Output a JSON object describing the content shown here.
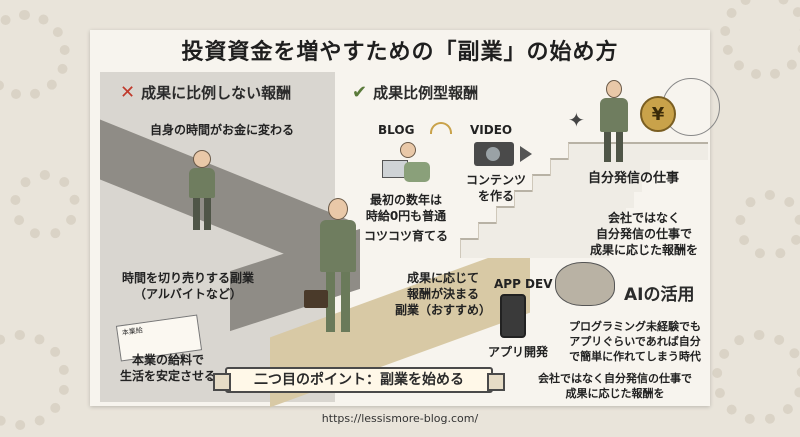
{
  "title": "投資資金を増やすための「副業」の始め方",
  "left": {
    "heading": "成果に比例しない報酬",
    "x_icon": "cross-icon",
    "caption_top": "自身の時間がお金に変わる",
    "caption_mid": "時間を切り売りする副業",
    "caption_mid2": "（アルバイトなど）",
    "paystub_title": "本業給",
    "caption_bottom1": "本業の給料で",
    "caption_bottom2": "生活を安定させる"
  },
  "right": {
    "heading": "成果比例型報酬",
    "check_icon": "check-icon",
    "blog": "BLOG",
    "blog_desc1": "最初の数年は",
    "blog_desc2": "時給0円も普通",
    "blog_desc3": "コツコツ育てる",
    "video": "VIDEO",
    "video_desc1": "コンテンツ",
    "video_desc2": "を作る",
    "self_work": "自分発信の仕事",
    "self_desc1": "会社ではなく",
    "self_desc2": "自分発信の仕事で",
    "self_desc3": "成果に応じた報酬を",
    "result1": "成果に応じて",
    "result2": "報酬が決まる",
    "result3": "副業（おすすめ）",
    "app_dev": "APP DEV",
    "app_desc": "アプリ開発",
    "ai_title": "AIの活用",
    "ai_desc1": "プログラミング未経験でも",
    "ai_desc2": "アプリぐらいであれば自分",
    "ai_desc3": "で簡単に作れてしまう時代",
    "bottom1": "会社ではなく自分発信の仕事で",
    "bottom2": "成果に応じた報酬を",
    "coin_symbol": "¥"
  },
  "banner": "二つ目のポイント：副業を始める",
  "url": "https://lessismore-blog.com/",
  "colors": {
    "accent_red": "#c0392b",
    "accent_green": "#5a7a3a",
    "coin": "#c9a24a"
  }
}
